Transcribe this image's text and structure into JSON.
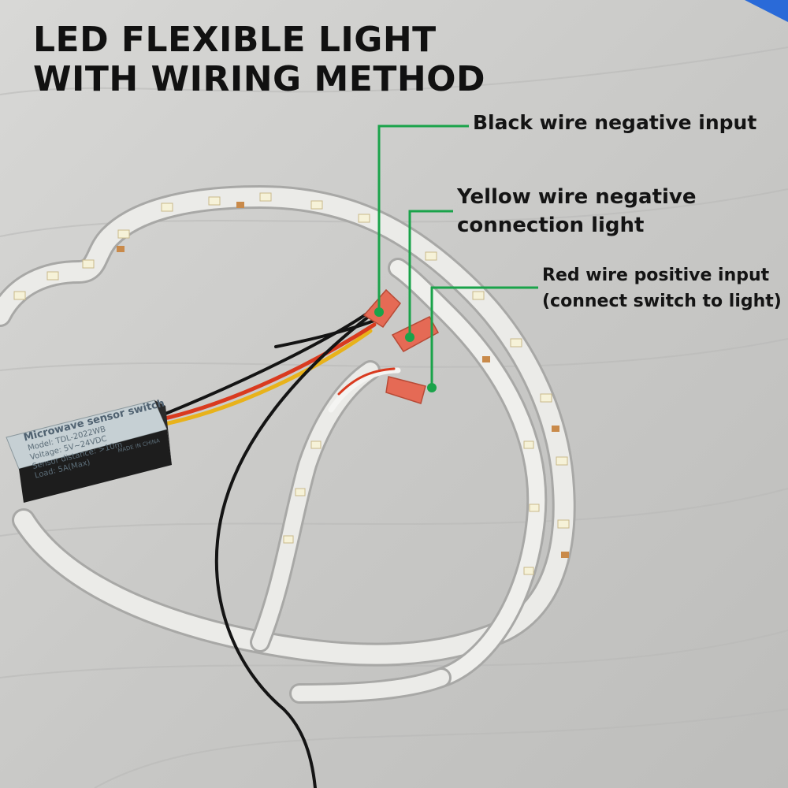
{
  "title": {
    "line1": "LED FLEXIBLE LIGHT",
    "line2": "WITH WIRING METHOD"
  },
  "callouts": {
    "black": {
      "text": "Black wire negative input"
    },
    "yellow": {
      "line1": "Yellow wire negative",
      "line2": "connection light"
    },
    "red": {
      "line1": "Red wire positive input",
      "line2": "(connect switch to light)"
    }
  },
  "sensor_switch": {
    "heading": "Microwave sensor switch",
    "model": "Model: TDL-2022WB",
    "voltage": "Voltage: 5V~24VDC",
    "distance": "Sensor distance: >10m",
    "load": "Load: 5A(Max)",
    "origin_mark": "MADE IN CHINA"
  },
  "colors": {
    "callout_line": "#1aa34a",
    "wire_black": "#141414",
    "wire_yellow": "#e8b21a",
    "wire_red": "#d93a1f",
    "connector": "#e56a55",
    "led_strip": "#ebebe8",
    "background": "#cfcfcd"
  }
}
